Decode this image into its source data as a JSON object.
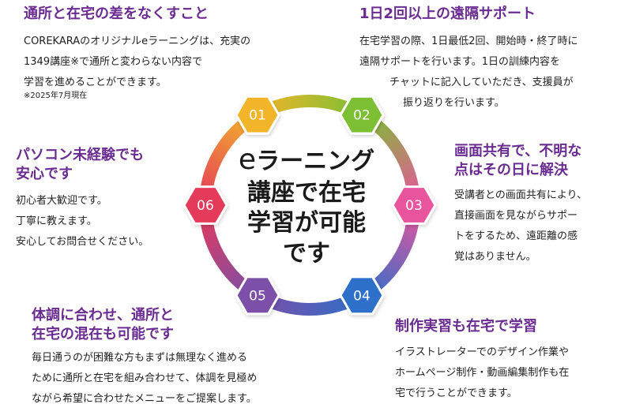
{
  "center": {
    "e": "e",
    "line1_rest": "ラーニング",
    "line2": "講座で在宅",
    "line3": "学習が可能",
    "line4": "です"
  },
  "nodes": [
    {
      "label": "01",
      "color": "#f2b52a"
    },
    {
      "label": "02",
      "color": "#7cbf33"
    },
    {
      "label": "03",
      "color": "#e8559e"
    },
    {
      "label": "04",
      "color": "#2f6fc9"
    },
    {
      "label": "05",
      "color": "#7b4fa8"
    },
    {
      "label": "06",
      "color": "#e53a5a"
    }
  ],
  "features": {
    "f01": {
      "title": "通所と在宅の差をなくすこと",
      "lines": [
        "COREKARAのオリジナルeラーニングは、充実の",
        "1349講座※で通所と変わらない内容で",
        "学習を進めることができます。"
      ],
      "note": "※2025年7月現在"
    },
    "f02": {
      "title": "1日2回以上の遠隔サポート",
      "lines": [
        "在宅学習の際、1日最低2回、開始時・終了時に",
        "遠隔サポートを行います。1日の訓練内容を",
        "チャットに記入していただき、支援員が",
        "振り返りを行います。"
      ]
    },
    "f03": {
      "title_lines": [
        "画面共有で、不明な",
        "点はその日に解決"
      ],
      "lines": [
        "受講者との画面共有により、",
        "直接画面を見ながらサポー",
        "トをするため、遠距離の感",
        "覚はありません。"
      ]
    },
    "f04": {
      "title": "制作実習も在宅で学習",
      "lines": [
        "イラストレーターでのデザイン作業や",
        "ホームページ制作・動画編集制作も在",
        "宅で行うことができます。"
      ]
    },
    "f05": {
      "title_lines": [
        "体調に合わせ、通所と",
        "在宅の混在も可能です"
      ],
      "lines": [
        "毎日通うのが困難な方もまずは無理なく進める",
        "ために通所と在宅を組み合わせて、体調を見極め",
        "ながら希望に合わせたメニューをご提案します。"
      ]
    },
    "f06": {
      "title_lines": [
        "パソコン未経験でも",
        "安心です"
      ],
      "lines": [
        "初心者大歓迎です。",
        "丁寧に教えます。",
        "安心してお問合せください。"
      ]
    }
  }
}
